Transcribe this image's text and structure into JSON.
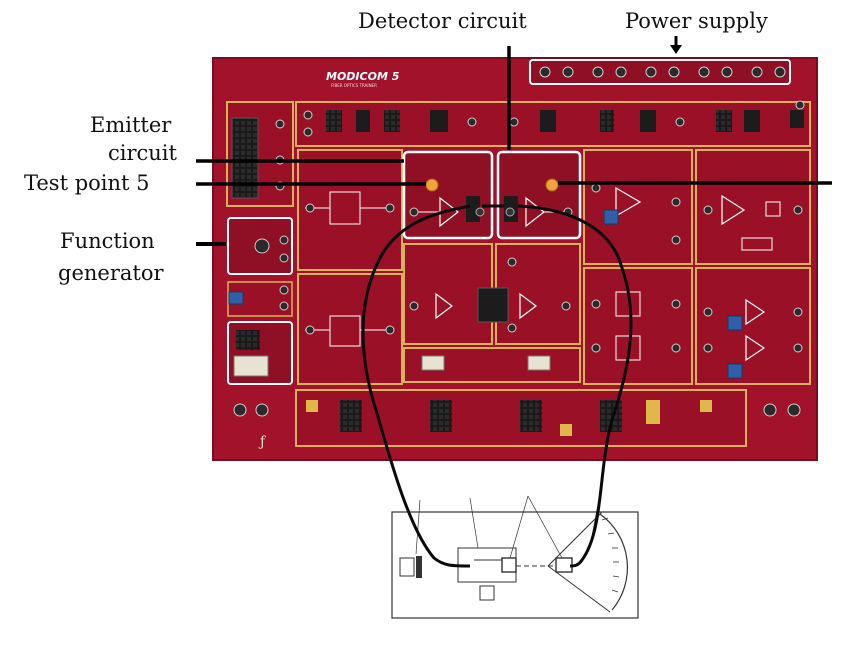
{
  "labels": {
    "detector_circuit": "Detector circuit",
    "power_supply": "Power supply",
    "emitter_line1": "Emitter",
    "emitter_line2": "circuit",
    "test_point_5": "Test point 5",
    "function_line1": "Function",
    "function_line2": "generator"
  },
  "board": {
    "brand_title": "MODICOM 5",
    "brand_subtitle": "FIBER OPTICS TRAINER"
  },
  "colors": {
    "board_red": "#a3122b",
    "panel_red": "#8f0f24",
    "trace_gold": "#d7b25a",
    "highlight_white": "#ffffff",
    "cable_black": "#0a0a0a",
    "test_point_orange": "#f2a23a"
  }
}
